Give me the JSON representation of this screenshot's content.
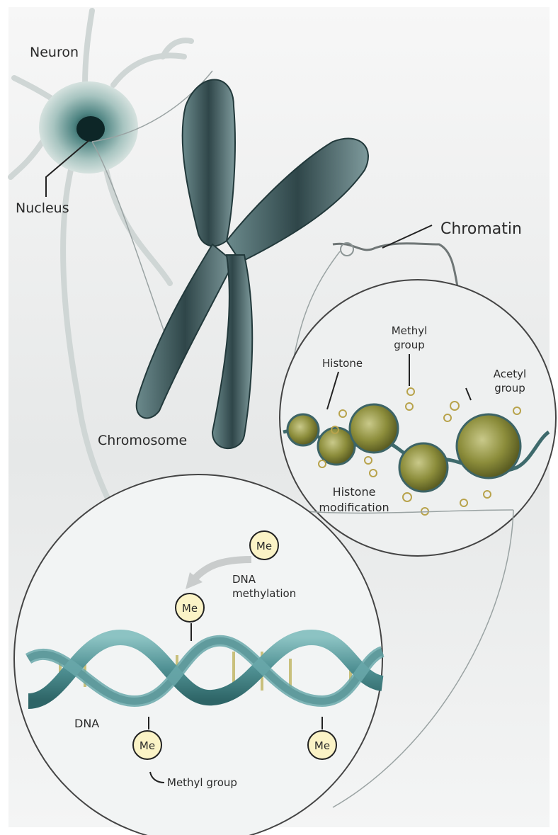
{
  "labels": {
    "neuron": "Neuron",
    "nucleus": "Nucleus",
    "chromosome": "Chromosome",
    "chromatin": "Chromatin",
    "histone": "Histone",
    "methyl_group_top_1": "Methyl",
    "methyl_group_top_2": "group",
    "acetyl_group_1": "Acetyl",
    "acetyl_group_2": "group",
    "histone_modification_1": "Histone",
    "histone_modification_2": "modification",
    "dna_methylation_1": "DNA",
    "dna_methylation_2": "methylation",
    "dna": "DNA",
    "methyl_group_bottom": "Methyl group",
    "me": "Me"
  },
  "colors": {
    "background": "#f3f4f4",
    "chromosome": "#3d5558",
    "histone": "#8a8e3a",
    "dna_strand": "#5fa0a3",
    "me_fill": "#fbf3c6"
  }
}
